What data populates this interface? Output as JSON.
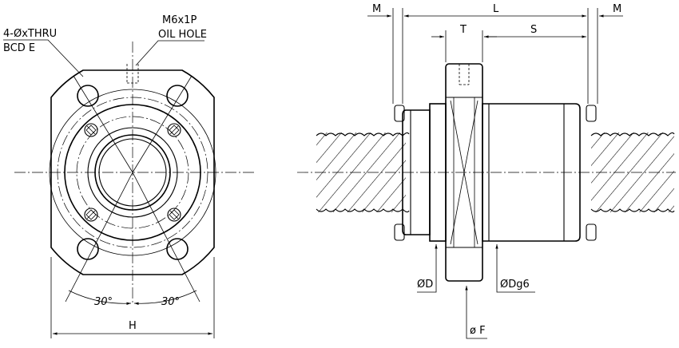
{
  "left_view": {
    "callout_holes": "4-ØxTHRU",
    "callout_bcd": "BCD E",
    "callout_thread": "M6x1P",
    "callout_oil": "OIL HOLE",
    "angle_left": "30°",
    "angle_right": "30°",
    "dim_width": "H"
  },
  "right_view": {
    "dim_m_left": "M",
    "dim_l": "L",
    "dim_m_right": "M",
    "dim_t": "T",
    "dim_s": "S",
    "dim_d": "ØD",
    "dim_dg6": "ØDg6",
    "dim_f": "ø F"
  }
}
